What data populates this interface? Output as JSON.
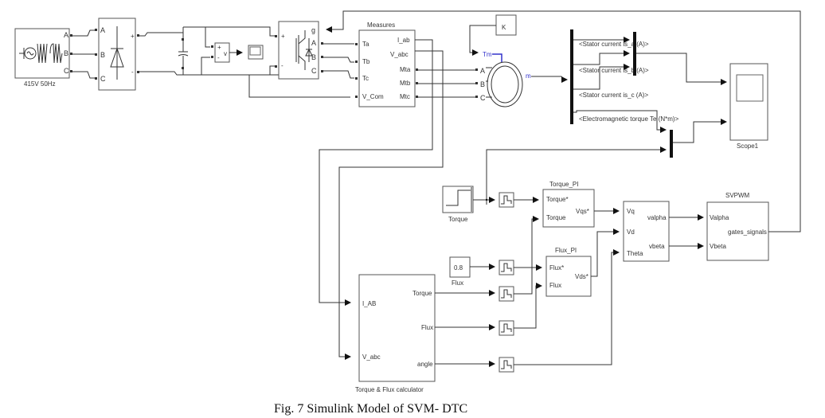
{
  "caption": "Fig. 7 Simulink Model of SVM- DTC",
  "source": {
    "label": "415V 50Hz",
    "ports": [
      "A",
      "B",
      "C"
    ]
  },
  "rectifier": {
    "in_ports": [
      "A",
      "B",
      "C"
    ],
    "out_ports": [
      "+",
      "-"
    ]
  },
  "voltmeter": {
    "ports": [
      "+",
      "-"
    ],
    "label": "v"
  },
  "inverter": {
    "ports": [
      "g",
      "A",
      "B",
      "C",
      "+",
      "-"
    ]
  },
  "measures": {
    "title": "Measures",
    "inputs": [
      "Ta",
      "Tb",
      "Tc",
      "V_Com"
    ],
    "outputs": [
      "I_ab",
      "V_abc",
      "Mta",
      "Mtb",
      "Mtc"
    ]
  },
  "constant_k": {
    "label": "K"
  },
  "motor": {
    "ports": [
      "Tm",
      "A",
      "B",
      "C"
    ],
    "out": "m"
  },
  "bus_signals": [
    "<Stator current is_a (A)>",
    "<Stator current is_b (A)>",
    "<Stator current is_c (A)>",
    "<Electromagnetic torque Te (N*m)>"
  ],
  "scope1": {
    "label": "Scope1"
  },
  "torque_step": {
    "label": "Torque"
  },
  "flux_const": {
    "value": "0.8",
    "label": "Flux"
  },
  "torque_pi": {
    "title": "Torque_PI",
    "inputs": [
      "Torque*",
      "Torque"
    ],
    "output": "Vqs*"
  },
  "flux_pi": {
    "title": "Flux_PI",
    "inputs": [
      "Flux*",
      "Flux"
    ],
    "output": "Vds*"
  },
  "dq_block": {
    "inputs": [
      "Vq",
      "Vd",
      "Theta"
    ],
    "outputs": [
      "valpha",
      "vbeta"
    ]
  },
  "svpwm": {
    "title": "SVPWM",
    "inputs": [
      "Valpha",
      "Vbeta"
    ],
    "output": "gates_signals"
  },
  "calculator": {
    "label": "Torque & Flux calculator",
    "inputs": [
      "I_AB",
      "V_abc"
    ],
    "outputs": [
      "Torque",
      "Flux",
      "angle"
    ]
  }
}
